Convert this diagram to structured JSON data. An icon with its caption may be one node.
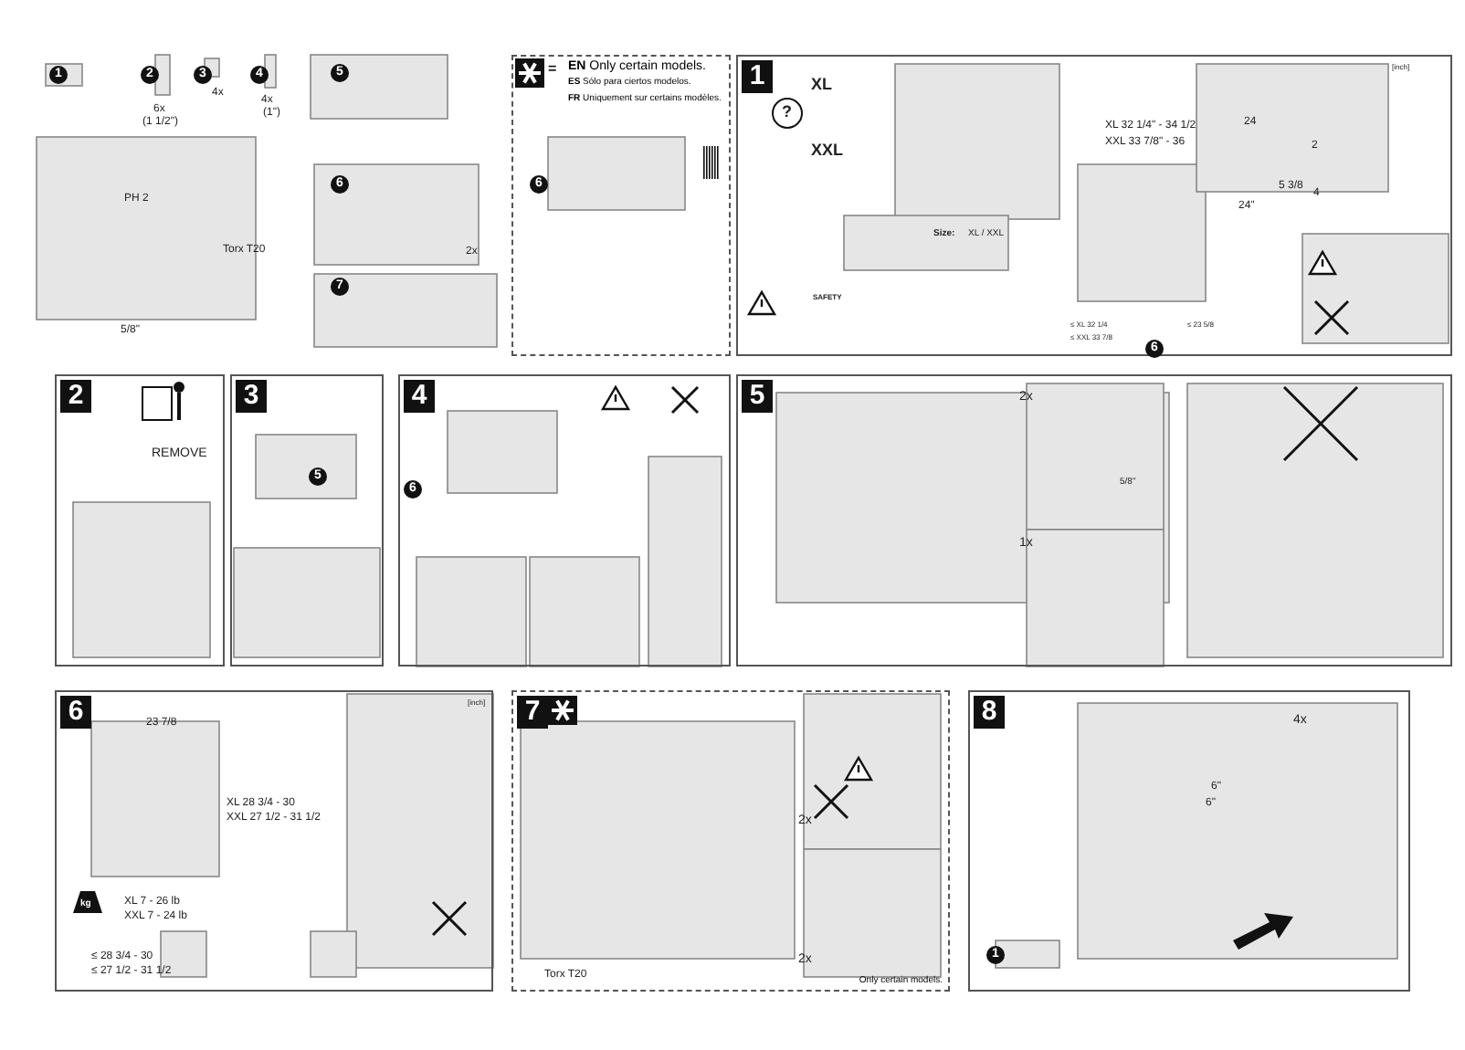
{
  "diagram": {
    "nodes": [
      {
        "text": [
          "**EN** Only certain models.",
          "**ES** Sólo para ciertos modelos.",
          "**FR** Uniquement sur certains modèles."
        ]
      },
      {
        "text": [
          "1"
        ]
      },
      {
        "text": [
          "2"
        ]
      },
      {
        "text": [
          "3"
        ]
      },
      {
        "text": [
          "4"
        ]
      },
      {
        "text": [
          "5"
        ]
      },
      {
        "text": [
          "6"
        ]
      },
      {
        "text": [
          "7",
          "Only certain models."
        ]
      },
      {
        "text": [
          "8"
        ]
      }
    ],
    "edges": [],
    "labels": [
      "1",
      "2",
      "3",
      "4",
      "6x",
      "(1 1/2\")",
      "4x",
      "4x",
      "(1\")",
      "5",
      "PH 2",
      "6",
      "Torx T20",
      "2x",
      "7",
      "5/8\"",
      "=",
      "6",
      "XL",
      "?",
      "XXL",
      "Size:",
      "XL / XXL",
      "SAFETY",
      "[inch]",
      "XL 32 1/4\" - 34 1/2",
      "XXL 33 7/8\" - 36",
      "24",
      "2",
      "5 3/8",
      "4",
      "24\"",
      "≤ XL 32 1/4",
      "≤ XXL 33 7/8",
      "≤ 23 5/8",
      "6",
      "REMOVE",
      "5",
      "6",
      "2x",
      "5/8\"",
      "1x",
      "[inch]",
      "23 7/8",
      "XL 28 3/4 - 30",
      "XXL 27 1/2 - 31 1/2",
      "kg",
      "XL 7 - 26 lb",
      "XXL 7 - 24 lb",
      "≤ 28 3/4 - 30",
      "≤ 27 1/2 - 31 1/2",
      "Torx T20",
      "2x",
      "2x",
      "4x",
      "6\"",
      "6\"",
      "1"
    ]
  }
}
